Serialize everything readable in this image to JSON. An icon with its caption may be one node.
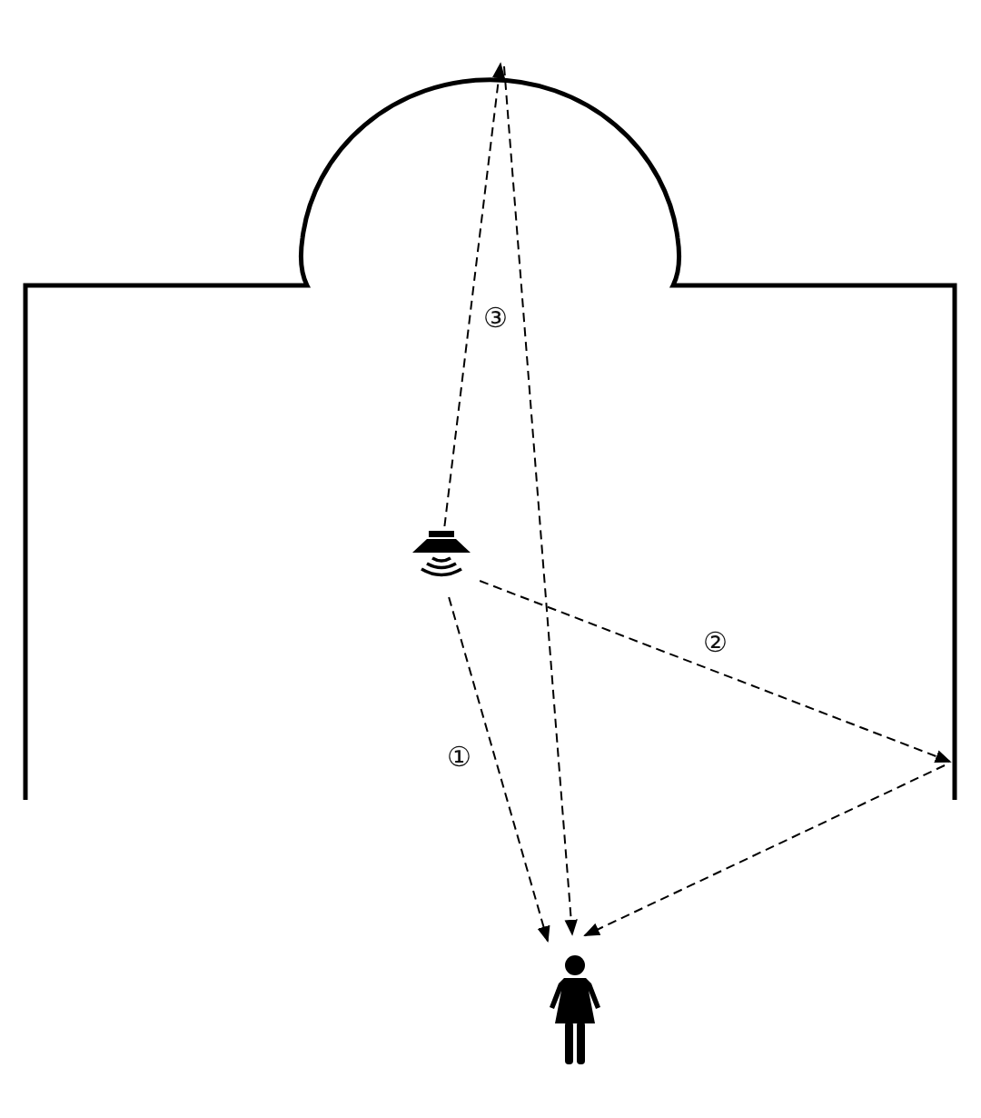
{
  "diagram": {
    "nodes": [
      {
        "text": [],
        "shape": "speaker"
      },
      {
        "text": [],
        "shape": "person"
      }
    ],
    "edges": [
      {
        "from": 0,
        "to": 1,
        "arrow": "to",
        "style": "dashed",
        "label": "①"
      },
      {
        "from": 0,
        "to": null,
        "arrow": "to",
        "style": "dashed",
        "label": "②"
      },
      {
        "from": null,
        "to": 1,
        "arrow": "to",
        "style": "dashed"
      },
      {
        "from": 0,
        "to": null,
        "arrow": "to",
        "style": "dashed",
        "label": "③"
      },
      {
        "from": null,
        "to": 1,
        "arrow": "to",
        "style": "dashed"
      }
    ]
  }
}
